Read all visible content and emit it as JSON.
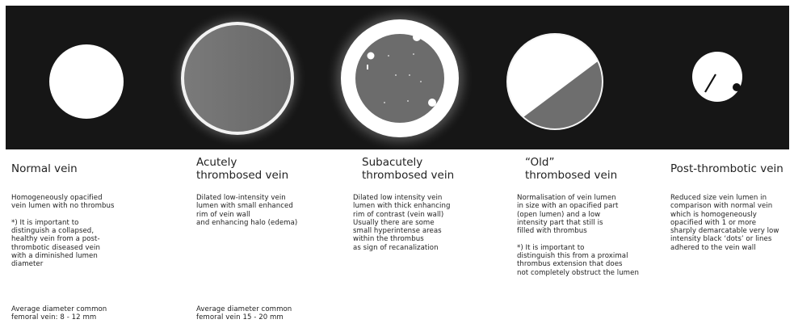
{
  "colors": {
    "band": "#161616",
    "lumen_white": "#ffffff",
    "thrombus_gray": "#6e6e6e",
    "text": "#222222"
  },
  "columns": [
    {
      "id": "normal",
      "title_lines": [
        "Normal vein"
      ],
      "description": "Homogeneously opacified\nvein lumen with no thrombus\n\n*) It is important to\ndistinguish a collapsed,\nhealthy vein from a post-\nthrombotic diseased vein\nwith a diminished lumen\ndiameter",
      "footer": "Average diameter common\nfemoral vein: 8 - 12 mm"
    },
    {
      "id": "acute",
      "title_lines": [
        "Acutely",
        "thrombosed vein"
      ],
      "description": "Dilated low-intensity vein\nlumen with small enhanced\nrim of vein wall\nand enhancing halo (edema)",
      "footer": "Average diameter common\nfemoral vein 15 - 20 mm"
    },
    {
      "id": "subacute",
      "title_lines": [
        "Subacutely",
        "thrombosed vein"
      ],
      "description": "Dilated low intensity vein\nlumen with thick enhancing\nrim of contrast (vein wall)\nUsually there are some\nsmall hyperintense areas\nwithin the thrombus\nas sign of recanalization",
      "footer": ""
    },
    {
      "id": "old",
      "title_lines": [
        "“Old”",
        "thrombosed vein"
      ],
      "description": "Normalisation of vein lumen\nin size with an opacified part\n(open lumen) and a low\nintensity part that still is\nfilled with thrombus\n\n*) It is important to\ndistinguish this from a proximal\nthrombus extension that does\nnot completely obstruct the lumen",
      "footer": ""
    },
    {
      "id": "post",
      "title_lines": [
        "Post-thrombotic vein"
      ],
      "description": "Reduced size vein lumen in\ncomparison with normal vein\nwhich is homogeneously\nopacified with 1 or more\nsharply demarcatable very low\nintensity black ‘dots’ or lines\nadhered to the vein wall",
      "footer": ""
    }
  ]
}
